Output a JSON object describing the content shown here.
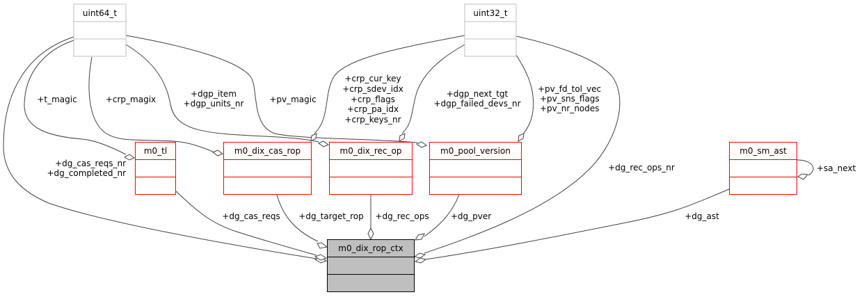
{
  "diagram": {
    "type": "collaboration-graph",
    "colors": {
      "focus_fill": "#bfbfbf",
      "focus_stroke": "#000000",
      "documented_stroke": "#ff0000",
      "undocumented_stroke": "#bfbfbf",
      "edge": "#404040"
    },
    "nodes": [
      {
        "id": "uint64_t",
        "label": "uint64_t",
        "kind": "undocumented"
      },
      {
        "id": "uint32_t",
        "label": "uint32_t",
        "kind": "undocumented"
      },
      {
        "id": "m0_tl",
        "label": "m0_tl",
        "kind": "documented"
      },
      {
        "id": "m0_dix_cas_rop",
        "label": "m0_dix_cas_rop",
        "kind": "documented"
      },
      {
        "id": "m0_dix_rec_op",
        "label": "m0_dix_rec_op",
        "kind": "documented"
      },
      {
        "id": "m0_pool_version",
        "label": "m0_pool_version",
        "kind": "documented"
      },
      {
        "id": "m0_sm_ast",
        "label": "m0_sm_ast",
        "kind": "documented"
      },
      {
        "id": "m0_dix_rop_ctx",
        "label": "m0_dix_rop_ctx",
        "kind": "focus"
      }
    ],
    "edges": [
      {
        "from": "uint64_t",
        "to": "m0_tl",
        "labels": [
          "+t_magic"
        ]
      },
      {
        "from": "uint64_t",
        "to": "m0_dix_cas_rop",
        "labels": [
          "+crp_magix"
        ]
      },
      {
        "from": "uint64_t",
        "to": "m0_dix_rec_op",
        "labels": [
          "+dgp_item",
          "+dgp_units_nr"
        ]
      },
      {
        "from": "uint64_t",
        "to": "m0_pool_version",
        "labels": [
          "+pv_magic"
        ]
      },
      {
        "from": "uint64_t",
        "to": "m0_dix_rop_ctx",
        "labels": [
          "+dg_cas_reqs_nr",
          "+dg_completed_nr"
        ]
      },
      {
        "from": "uint32_t",
        "to": "m0_dix_cas_rop",
        "labels": [
          "+crp_cur_key",
          "+crp_sdev_idx",
          "+crp_flags",
          "+crp_pa_idx",
          "+crp_keys_nr"
        ]
      },
      {
        "from": "uint32_t",
        "to": "m0_dix_rec_op",
        "labels": [
          "+dgp_next_tgt",
          "+dgp_failed_devs_nr"
        ]
      },
      {
        "from": "uint32_t",
        "to": "m0_pool_version",
        "labels": [
          "+pv_fd_tol_vec",
          "+pv_sns_flags",
          "+pv_nr_nodes"
        ]
      },
      {
        "from": "uint32_t",
        "to": "m0_dix_rop_ctx",
        "labels": [
          "+dg_rec_ops_nr"
        ]
      },
      {
        "from": "m0_tl",
        "to": "m0_dix_rop_ctx",
        "labels": [
          "+dg_cas_reqs"
        ]
      },
      {
        "from": "m0_dix_cas_rop",
        "to": "m0_dix_rop_ctx",
        "labels": [
          "+dg_target_rop"
        ]
      },
      {
        "from": "m0_dix_rec_op",
        "to": "m0_dix_rop_ctx",
        "labels": [
          "+dg_rec_ops"
        ]
      },
      {
        "from": "m0_pool_version",
        "to": "m0_dix_rop_ctx",
        "labels": [
          "+dg_pver"
        ]
      },
      {
        "from": "m0_sm_ast",
        "to": "m0_dix_rop_ctx",
        "labels": [
          "+dg_ast"
        ]
      },
      {
        "from": "m0_sm_ast",
        "to": "m0_sm_ast",
        "labels": [
          "+sa_next"
        ]
      }
    ]
  }
}
